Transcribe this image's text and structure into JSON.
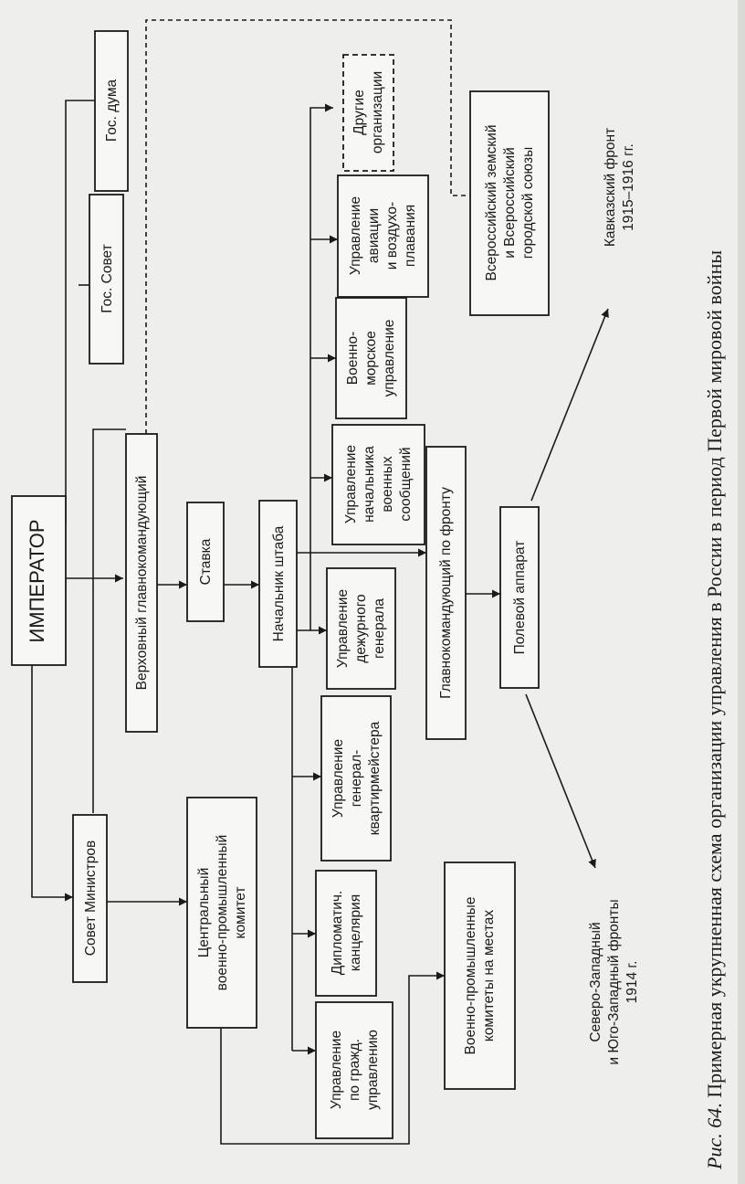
{
  "diagram": {
    "caption": {
      "prefix": "Рис. 64",
      "text": ". Примерная укрупненная схема организации управления в России в период Первой мировой войны"
    },
    "nodes": [
      {
        "id": "emperor",
        "lines": [
          "ИМПЕРАТОР"
        ]
      },
      {
        "id": "council-of-ministers",
        "lines": [
          "Совет Министров"
        ]
      },
      {
        "id": "state-council",
        "lines": [
          "Гос. Совет"
        ]
      },
      {
        "id": "state-duma",
        "lines": [
          "Гос. дума"
        ]
      },
      {
        "id": "supreme-commander",
        "lines": [
          "Верховный главнокомандующий"
        ]
      },
      {
        "id": "stavka",
        "lines": [
          "Ставка"
        ]
      },
      {
        "id": "chief-of-staff",
        "lines": [
          "Начальник штаба"
        ]
      },
      {
        "id": "central-military-industrial-committee",
        "lines": [
          "Центральный",
          "военно-промышленный",
          "комитет"
        ]
      },
      {
        "id": "civil-administration",
        "lines": [
          "Управление",
          "по гражд.",
          "управлению"
        ]
      },
      {
        "id": "diplomatic-chancellery",
        "lines": [
          "Дипломатич.",
          "канцелярия"
        ]
      },
      {
        "id": "quartermaster-general",
        "lines": [
          "Управление",
          "генерал-",
          "квартирмейстера"
        ]
      },
      {
        "id": "duty-general",
        "lines": [
          "Управление",
          "дежурного",
          "генерала"
        ]
      },
      {
        "id": "military-communications",
        "lines": [
          "Управление",
          "начальника",
          "военных",
          "сообщений"
        ]
      },
      {
        "id": "naval-administration",
        "lines": [
          "Военно-",
          "морское",
          "управление"
        ]
      },
      {
        "id": "aviation-administration",
        "lines": [
          "Управление",
          "авиации",
          "и воздухо-",
          "плавания"
        ]
      },
      {
        "id": "other-organizations",
        "lines": [
          "Другие",
          "организации"
        ]
      },
      {
        "id": "zemstvo-city-unions",
        "lines": [
          "Всероссийский земский",
          "и  Всероссийский",
          "городской союзы"
        ]
      },
      {
        "id": "front-commander",
        "lines": [
          "Главнокомандующий по фронту"
        ]
      },
      {
        "id": "local-committees",
        "lines": [
          "Военно-промышленные",
          "комитеты на местах"
        ]
      },
      {
        "id": "field-apparatus",
        "lines": [
          "Полевой аппарат"
        ]
      },
      {
        "id": "nw-sw-fronts",
        "lines": [
          "Северо-Западный",
          "и Юго-Западный фронты",
          "1914 г."
        ]
      },
      {
        "id": "caucasus-front",
        "lines": [
          "Кавказский фронт",
          "1915–1916 гг."
        ]
      }
    ]
  },
  "colors": {
    "paper": "#eeeeec",
    "ink": "#1a1a1a",
    "box_fill": "#f7f7f5"
  }
}
